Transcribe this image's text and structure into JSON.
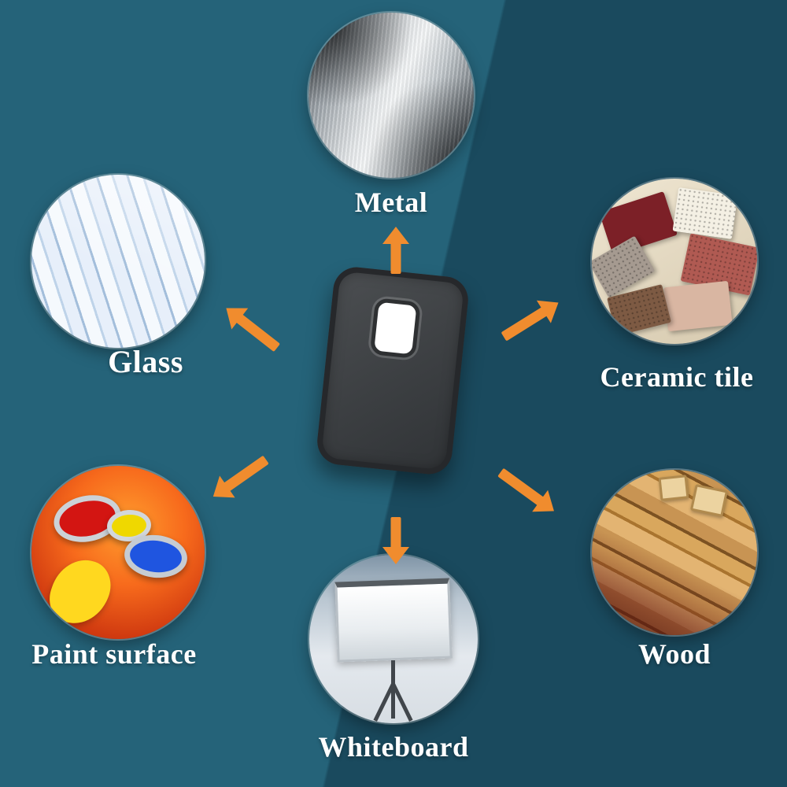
{
  "page": {
    "type": "product-surface-infographic"
  },
  "colors": {
    "background_left": "#256379",
    "background_right": "#1a4a5e",
    "arrow": "#f08c2e",
    "label_text": "#ffffff"
  },
  "center_item": {
    "icon": "phone-case-with-camera-cutout"
  },
  "surfaces": [
    {
      "id": "metal",
      "label": "Metal",
      "icon": "brushed-metal-photo",
      "arrow_direction": "up"
    },
    {
      "id": "glass",
      "label": "Glass",
      "icon": "glass-sheets-photo",
      "arrow_direction": "up-left"
    },
    {
      "id": "ceramic",
      "label": "Ceramic tile",
      "icon": "ceramic-tiles-photo",
      "arrow_direction": "up-right"
    },
    {
      "id": "paint",
      "label": "Paint surface",
      "icon": "paint-cans-photo",
      "arrow_direction": "down-left"
    },
    {
      "id": "wood",
      "label": "Wood",
      "icon": "wood-planks-photo",
      "arrow_direction": "down-right"
    },
    {
      "id": "whiteboard",
      "label": "Whiteboard",
      "icon": "projector-screen-photo",
      "arrow_direction": "down"
    }
  ]
}
